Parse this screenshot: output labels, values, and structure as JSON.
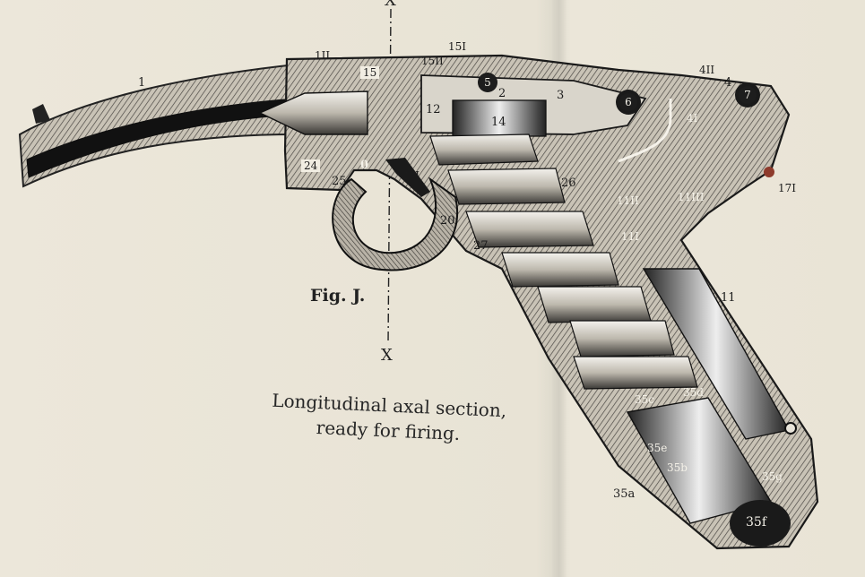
{
  "figure": {
    "label": "Fig. J.",
    "caption_line1": "Longitudinal axal section,",
    "caption_line2": "ready for firing.",
    "axis_top": "X",
    "axis_bottom": "X"
  },
  "callouts": [
    {
      "id": "1",
      "text": "1"
    },
    {
      "id": "1II",
      "text": "1II"
    },
    {
      "id": "15",
      "text": "15"
    },
    {
      "id": "15II",
      "text": "15II"
    },
    {
      "id": "15I",
      "text": "15I"
    },
    {
      "id": "5",
      "text": "5"
    },
    {
      "id": "2",
      "text": "2"
    },
    {
      "id": "3",
      "text": "3"
    },
    {
      "id": "6",
      "text": "6"
    },
    {
      "id": "4II",
      "text": "4II"
    },
    {
      "id": "4",
      "text": "4"
    },
    {
      "id": "7",
      "text": "7"
    },
    {
      "id": "4I",
      "text": "4I"
    },
    {
      "id": "12",
      "text": "12"
    },
    {
      "id": "14",
      "text": "14"
    },
    {
      "id": "24",
      "text": "24"
    },
    {
      "id": "0",
      "text": "0"
    },
    {
      "id": "25",
      "text": "25"
    },
    {
      "id": "20I",
      "text": "20I"
    },
    {
      "id": "20",
      "text": "20"
    },
    {
      "id": "26",
      "text": "26"
    },
    {
      "id": "27",
      "text": "27"
    },
    {
      "id": "11II",
      "text": "11II"
    },
    {
      "id": "11III",
      "text": "11III"
    },
    {
      "id": "17I",
      "text": "17I"
    },
    {
      "id": "11I",
      "text": "11I"
    },
    {
      "id": "11",
      "text": "11"
    },
    {
      "id": "35c",
      "text": "35c"
    },
    {
      "id": "35d",
      "text": "35d"
    },
    {
      "id": "35e",
      "text": "35e"
    },
    {
      "id": "35b",
      "text": "35b"
    },
    {
      "id": "35g",
      "text": "35g"
    },
    {
      "id": "35a",
      "text": "35a"
    },
    {
      "id": "35f",
      "text": "35f"
    }
  ]
}
